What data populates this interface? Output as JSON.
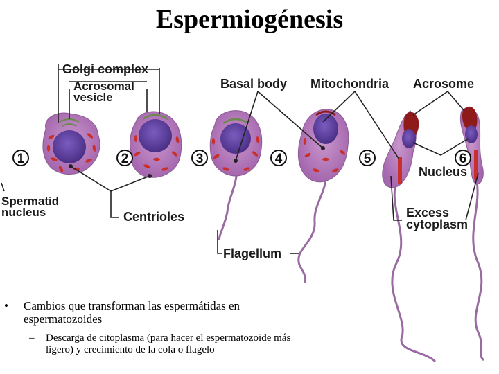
{
  "title": "Espermiogénesis",
  "labels": {
    "golgi": "Golgi complex",
    "acrosomal_1": "Acrosomal",
    "acrosomal_2": "vesicle",
    "basal_body": "Basal body",
    "mitochondria": "Mitochondria",
    "acrosome": "Acrosome",
    "nucleus": "Nucleus",
    "spermatid_1": "Spermatid",
    "spermatid_2": "nucleus",
    "centrioles": "Centrioles",
    "excess_1": "Excess",
    "excess_2": "cytoplasm",
    "flagellum": "Flagellum"
  },
  "stages": [
    "1",
    "2",
    "3",
    "4",
    "5",
    "6"
  ],
  "colors": {
    "cytoplasm": "#b279b8",
    "nucleus": "#5b3f9b",
    "mitochondria": "#c9302c",
    "acrosome": "#8e1a1a"
  },
  "bullets": {
    "main_1": "Cambios que transforman las espermátidas en",
    "main_2": "espermatozoides",
    "sub_1": "Descarga de citoplasma (para hacer el espermatozoide más",
    "sub_2": "ligero) y crecimiento de la cola o flagelo"
  }
}
